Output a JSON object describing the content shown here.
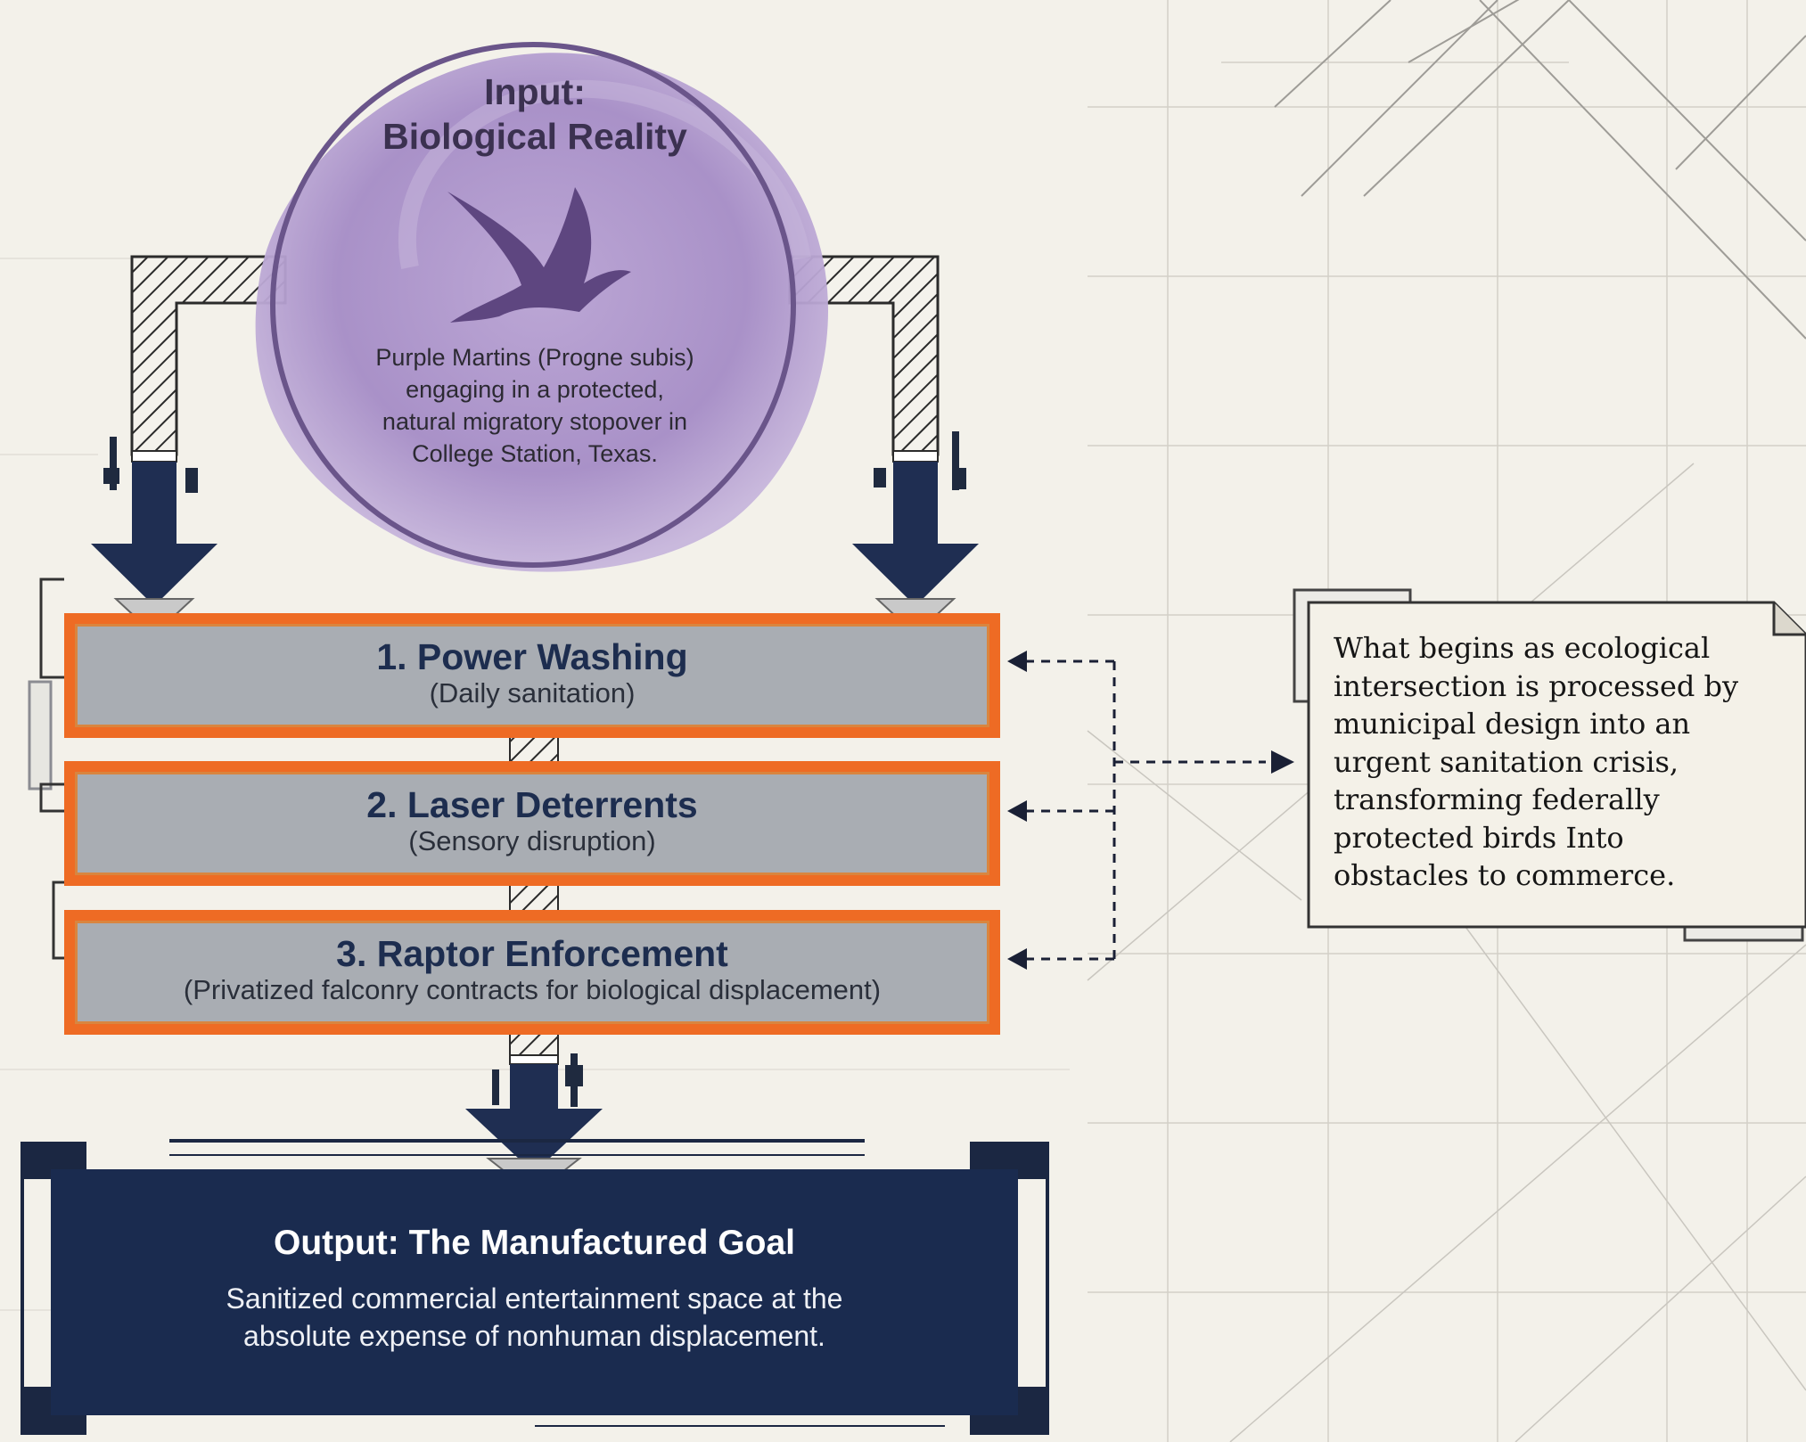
{
  "input": {
    "title_line1": "Input:",
    "title_line2": "Biological Reality",
    "icon": "bird-icon",
    "desc_line1": "Purple Martins (Progne subis)",
    "desc_line2": "engaging in a protected,",
    "desc_line3": "natural migratory stopover in",
    "desc_line4": "College Station, Texas."
  },
  "steps": [
    {
      "title": "1. Power Washing",
      "sub": "(Daily sanitation)"
    },
    {
      "title": "2. Laser Deterrents",
      "sub": "(Sensory disruption)"
    },
    {
      "title": "3. Raptor Enforcement",
      "sub": "(Privatized falconry contracts for biological displacement)"
    }
  ],
  "output": {
    "title": "Output: The Manufactured Goal",
    "desc_line1": "Sanitized commercial entertainment space at the",
    "desc_line2": "absolute expense of nonhuman displacement."
  },
  "note": {
    "lines": [
      "What begins as ecological",
      "intersection is processed by",
      "municipal design into an",
      "urgent sanitation crisis,",
      "transforming federally",
      "protected birds Into",
      "obstacles to commerce."
    ]
  },
  "colors": {
    "background": "#f3f1ea",
    "circle": "#b49bd0",
    "navy": "#1a2b4f",
    "orange": "#ee6b24",
    "step_fill": "#a9adb3"
  }
}
